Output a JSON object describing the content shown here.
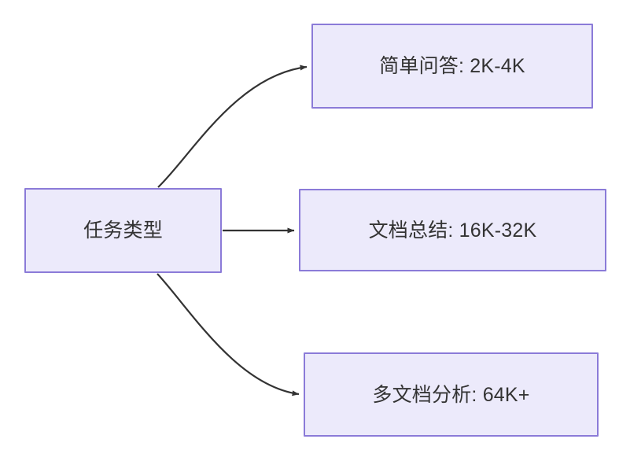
{
  "diagram": {
    "background_color": "#ffffff",
    "node_fill_color": "#ECEAFB",
    "node_border_color": "#8B7BD8",
    "text_color": "#333333",
    "edge_color": "#333333",
    "root": {
      "label": "任务类型"
    },
    "branches": [
      {
        "id": "simple-qa",
        "label": "简单问答: 2K-4K",
        "task": "简单问答",
        "context_range": "2K-4K",
        "edge_style": "curved-up"
      },
      {
        "id": "doc-summary",
        "label": "文档总结: 16K-32K",
        "task": "文档总结",
        "context_range": "16K-32K",
        "edge_style": "straight"
      },
      {
        "id": "multi-doc",
        "label": "多文档分析: 64K+",
        "task": "多文档分析",
        "context_range": "64K+",
        "edge_style": "curved-down"
      }
    ]
  }
}
